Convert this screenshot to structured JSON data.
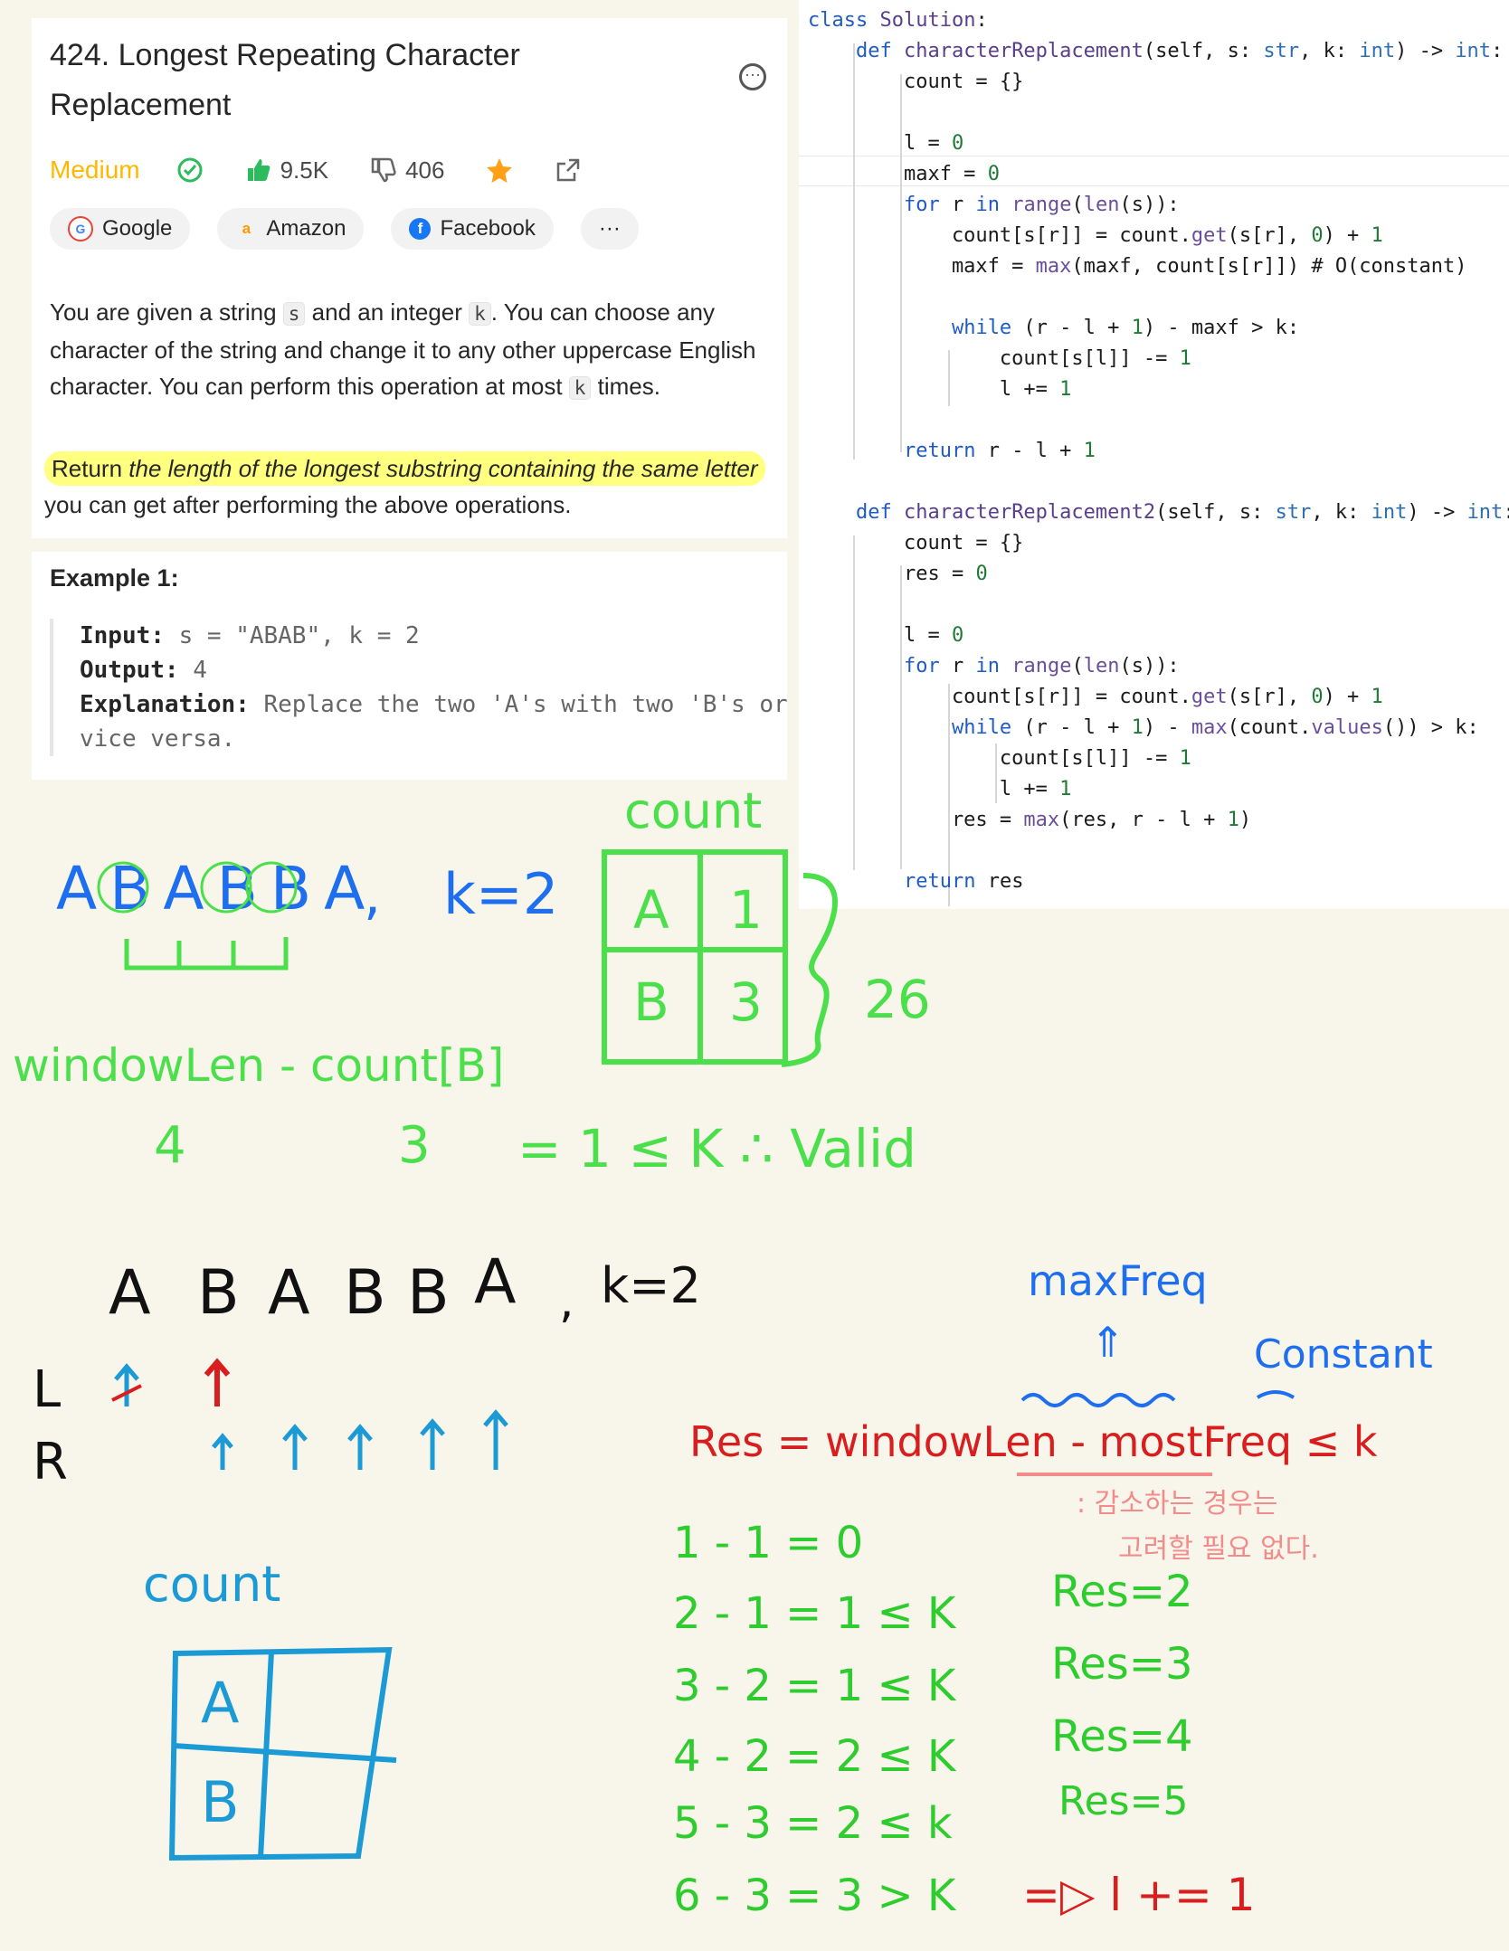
{
  "problem": {
    "title": "424. Longest Repeating Character Replacement",
    "difficulty": "Medium",
    "likes": "9.5K",
    "dislikes": "406",
    "companies": [
      "Google",
      "Amazon",
      "Facebook"
    ],
    "more_tags": "···",
    "desc_1": "You are given a string ",
    "desc_code_s": "s",
    "desc_2": " and an integer ",
    "desc_code_k": "k",
    "desc_3": ". You can choose any character of the string and change it to any other uppercase English character. You can perform this operation at most ",
    "desc_code_k2": "k",
    "desc_4": " times.",
    "return_1": "Return ",
    "return_em": "the length of the longest substring containing the same letter",
    "return_2": " you can get after performing the above operations.",
    "example_title": "Example 1:",
    "input_label": "Input:",
    "input_value": " s = \"ABAB\", k = 2",
    "output_label": "Output:",
    "output_value": " 4",
    "explanation_label": "Explanation:",
    "explanation_value": " Replace the two 'A's with two 'B's or vice versa."
  },
  "code": {
    "l01": "class Solution:",
    "l02": "    def characterReplacement(self, s: str, k: int) -> int:",
    "l03": "        count = {}",
    "l04": "",
    "l05": "        l = 0",
    "l06": "        maxf = 0",
    "l07": "        for r in range(len(s)):",
    "l08": "            count[s[r]] = count.get(s[r], 0) + 1",
    "l09": "            maxf = max(maxf, count[s[r]]) # O(constant)",
    "l10": "",
    "l11": "            while (r - l + 1) - maxf > k:",
    "l12": "                count[s[l]] -= 1",
    "l13": "                l += 1",
    "l14": "",
    "l15": "        return r - l + 1",
    "l16": "",
    "l17": "    def characterReplacement2(self, s: str, k: int) -> int:",
    "l18": "        count = {}",
    "l19": "        res = 0",
    "l20": "",
    "l21": "        l = 0",
    "l22": "        for r in range(len(s)):",
    "l23": "            count[s[r]] = count.get(s[r], 0) + 1",
    "l24": "            while (r - l + 1) - max(count.values()) > k:",
    "l25": "                count[s[l]] -= 1",
    "l26": "                l += 1",
    "l27": "            res = max(res, r - l + 1)",
    "l28": "",
    "l29": "        return res"
  },
  "notes": {
    "count_label": "count",
    "str1": "ABABBA",
    "comma1": ",",
    "k1": "k=2",
    "table1": [
      [
        "A",
        "1"
      ],
      [
        "B",
        "3"
      ]
    ],
    "note_26": "26",
    "formula1": "windowLen - count[B]",
    "val4": "4",
    "val3": "3",
    "valid": "= 1 ≤ K ∴ Valid",
    "str2": [
      "A",
      "B",
      "A",
      "B",
      "B",
      "A"
    ],
    "comma2": ",",
    "k2": "k=2",
    "L": "L",
    "R": "R",
    "maxfreq": "maxFreq",
    "up_arrow": "⇑",
    "constant": "Constant",
    "res_formula_a": "Res = windowLen - ",
    "res_formula_b": "mostFreq",
    "res_formula_c": " ≤ k",
    "korean_1": ": 감소하는 경우는",
    "korean_2": "고려할 필요 없다.",
    "count_label2": "count",
    "table2": [
      [
        "A",
        ""
      ],
      [
        "B",
        ""
      ]
    ],
    "calc": [
      "1 - 1 = 0",
      "2 - 1 = 1 ≤ K",
      "3 - 2 = 1 ≤ K",
      "4 - 2 = 2 ≤ K",
      "5 - 3 = 2 ≤ k",
      "6 - 3 = 3 > K"
    ],
    "res_vals": [
      "Res=2",
      "Res=3",
      "Res=4",
      "Res=5"
    ],
    "l_inc": "=▷ l += 1"
  },
  "colors": {
    "green": "#4be04b",
    "blue": "#1e6ff0",
    "cyan": "#1b9ad6",
    "red": "#d81e1e",
    "pink": "#f28b8b",
    "dark": "#111111"
  }
}
